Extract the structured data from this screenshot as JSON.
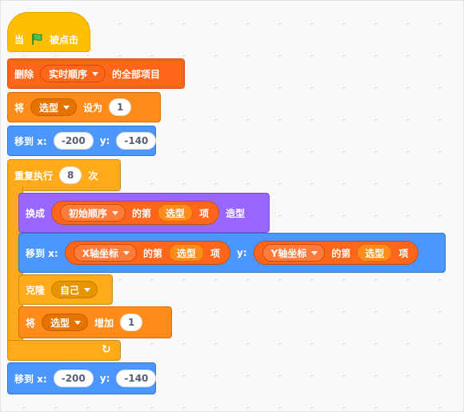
{
  "hat": {
    "when": "当",
    "flag_icon": "green-flag-icon",
    "clicked": "被点击"
  },
  "delete_all": {
    "label_pre": "删除",
    "list": "实时顺序",
    "label_post": "的全部项目"
  },
  "set_var": {
    "label_pre": "将",
    "var": "选型",
    "label_mid": "设为",
    "value": "1"
  },
  "goto1": {
    "label": "移到 x:",
    "x": "-200",
    "y_label": "y:",
    "y": "-140"
  },
  "repeat": {
    "label": "重复执行",
    "count": "8",
    "times": "次"
  },
  "switch_costume": {
    "label": "换成",
    "item_list": "初始顺序",
    "of": "的第",
    "index_var": "选型",
    "item": "项",
    "costume": "造型"
  },
  "goto_items": {
    "label": "移到 x:",
    "x_list": "X轴坐标",
    "x_of": "的第",
    "x_index": "选型",
    "x_item": "项",
    "y_label": "y:",
    "y_list": "Y轴坐标",
    "y_of": "的第",
    "y_index": "选型",
    "y_item": "项"
  },
  "clone": {
    "label": "克隆",
    "target": "自己"
  },
  "change_var": {
    "label_pre": "将",
    "var": "选型",
    "label_mid": "增加",
    "value": "1"
  },
  "loop_arrow": "↻",
  "goto2": {
    "label": "移到 x:",
    "x": "-200",
    "y_label": "y:",
    "y": "-140"
  },
  "colors": {
    "events": "#ffbf00",
    "control": "#ffab19",
    "list": "#ff661a",
    "variables": "#ff8c1a",
    "motion": "#4c97ff",
    "looks": "#9966ff"
  }
}
